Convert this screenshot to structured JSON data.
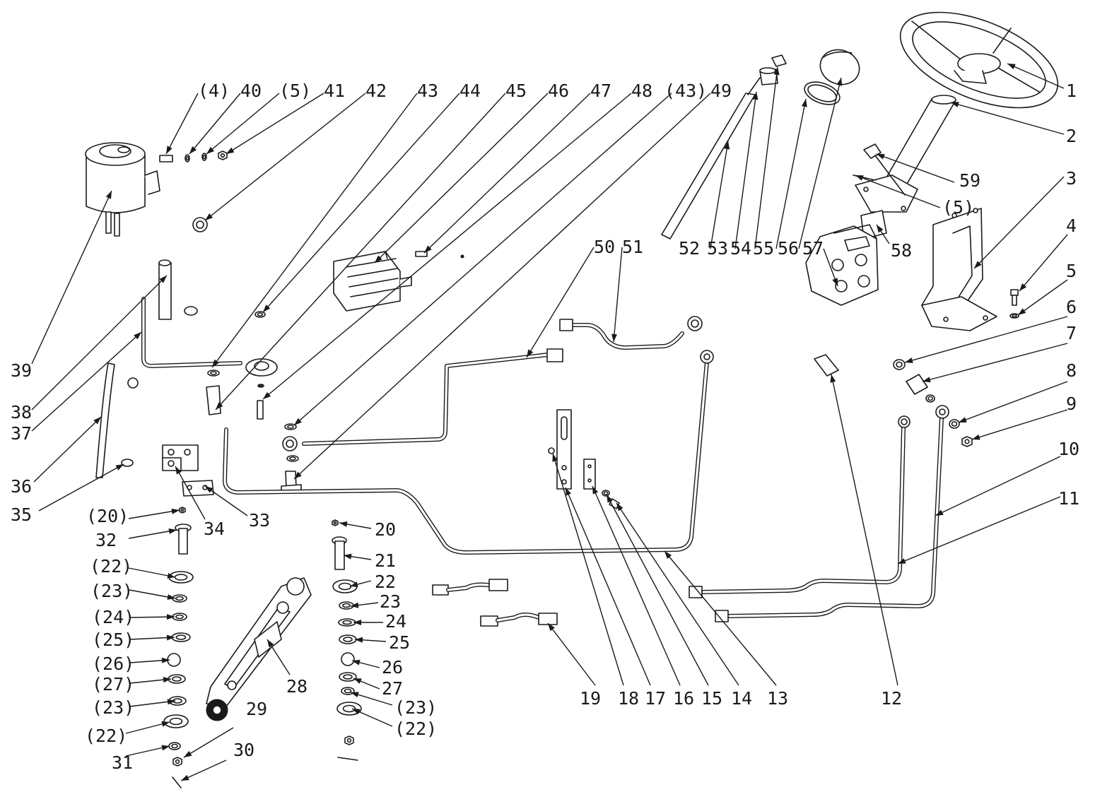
{
  "diagram": {
    "labels": [
      {
        "id": "l1",
        "text": "1"
      },
      {
        "id": "l2",
        "text": "2"
      },
      {
        "id": "l3",
        "text": "3"
      },
      {
        "id": "l4",
        "text": "4"
      },
      {
        "id": "l5",
        "text": "5"
      },
      {
        "id": "l6",
        "text": "6"
      },
      {
        "id": "l7",
        "text": "7"
      },
      {
        "id": "l8",
        "text": "8"
      },
      {
        "id": "l9",
        "text": "9"
      },
      {
        "id": "l10",
        "text": "10"
      },
      {
        "id": "l11",
        "text": "11"
      },
      {
        "id": "l12",
        "text": "12"
      },
      {
        "id": "l13",
        "text": "13"
      },
      {
        "id": "l14",
        "text": "14"
      },
      {
        "id": "l15",
        "text": "15"
      },
      {
        "id": "l16",
        "text": "16"
      },
      {
        "id": "l17",
        "text": "17"
      },
      {
        "id": "l18",
        "text": "18"
      },
      {
        "id": "l19",
        "text": "19"
      },
      {
        "id": "l20a",
        "text": "(20)"
      },
      {
        "id": "l20",
        "text": "20"
      },
      {
        "id": "l21",
        "text": "21"
      },
      {
        "id": "l22a",
        "text": "(22)"
      },
      {
        "id": "l22",
        "text": "22"
      },
      {
        "id": "l22b",
        "text": "(22)"
      },
      {
        "id": "l22c",
        "text": "(22)"
      },
      {
        "id": "l23a",
        "text": "(23)"
      },
      {
        "id": "l23",
        "text": "23"
      },
      {
        "id": "l23b",
        "text": "(23)"
      },
      {
        "id": "l23c",
        "text": "(23)"
      },
      {
        "id": "l24a",
        "text": "(24)"
      },
      {
        "id": "l24",
        "text": "24"
      },
      {
        "id": "l25a",
        "text": "(25)"
      },
      {
        "id": "l25",
        "text": "25"
      },
      {
        "id": "l26a",
        "text": "(26)"
      },
      {
        "id": "l26",
        "text": "26"
      },
      {
        "id": "l27a",
        "text": "(27)"
      },
      {
        "id": "l27",
        "text": "27"
      },
      {
        "id": "l28",
        "text": "28"
      },
      {
        "id": "l29",
        "text": "29"
      },
      {
        "id": "l30",
        "text": "30"
      },
      {
        "id": "l31",
        "text": "31"
      },
      {
        "id": "l32",
        "text": "32"
      },
      {
        "id": "l33",
        "text": "33"
      },
      {
        "id": "l34",
        "text": "34"
      },
      {
        "id": "l35",
        "text": "35"
      },
      {
        "id": "l36",
        "text": "36"
      },
      {
        "id": "l37",
        "text": "37"
      },
      {
        "id": "l38",
        "text": "38"
      },
      {
        "id": "l39",
        "text": "39"
      },
      {
        "id": "l4a",
        "text": "(4)"
      },
      {
        "id": "l40",
        "text": "40"
      },
      {
        "id": "l5a",
        "text": "(5)"
      },
      {
        "id": "l41",
        "text": "41"
      },
      {
        "id": "l42",
        "text": "42"
      },
      {
        "id": "l43",
        "text": "43"
      },
      {
        "id": "l44",
        "text": "44"
      },
      {
        "id": "l45",
        "text": "45"
      },
      {
        "id": "l46",
        "text": "46"
      },
      {
        "id": "l47",
        "text": "47"
      },
      {
        "id": "l48",
        "text": "48"
      },
      {
        "id": "l43a",
        "text": "(43)"
      },
      {
        "id": "l49",
        "text": "49"
      },
      {
        "id": "l50",
        "text": "50"
      },
      {
        "id": "l51",
        "text": "51"
      },
      {
        "id": "l52",
        "text": "52"
      },
      {
        "id": "l53",
        "text": "53"
      },
      {
        "id": "l54",
        "text": "54"
      },
      {
        "id": "l55",
        "text": "55"
      },
      {
        "id": "l56",
        "text": "56"
      },
      {
        "id": "l57",
        "text": "57"
      },
      {
        "id": "l58",
        "text": "58"
      },
      {
        "id": "l59",
        "text": "59"
      },
      {
        "id": "l5b",
        "text": "(5)"
      }
    ]
  }
}
